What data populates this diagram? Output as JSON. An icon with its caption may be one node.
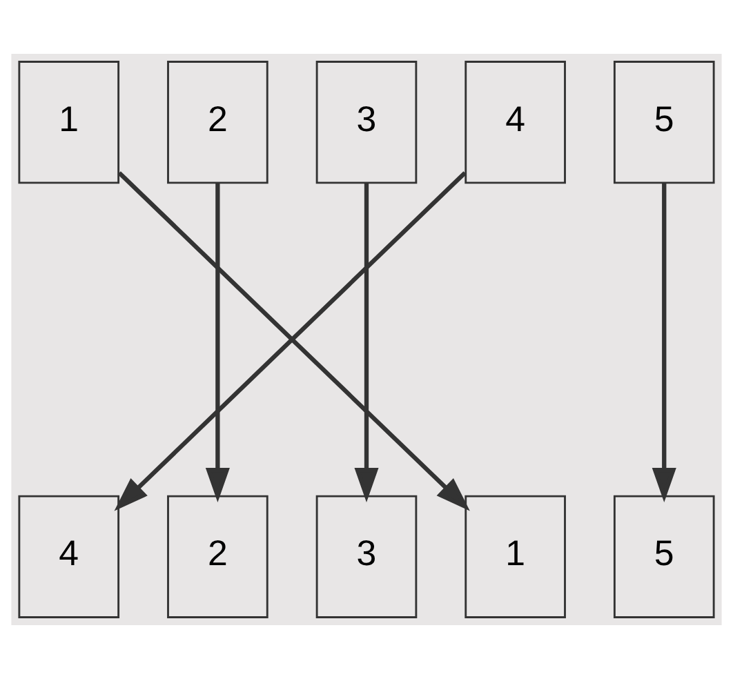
{
  "diagram": {
    "nodes": [
      {
        "text": [
          "1"
        ]
      },
      {
        "text": [
          "2"
        ]
      },
      {
        "text": [
          "3"
        ]
      },
      {
        "text": [
          "4"
        ]
      },
      {
        "text": [
          "5"
        ]
      },
      {
        "text": [
          "4"
        ]
      },
      {
        "text": [
          "2"
        ]
      },
      {
        "text": [
          "3"
        ]
      },
      {
        "text": [
          "1"
        ]
      },
      {
        "text": [
          "5"
        ]
      }
    ],
    "edges": [
      {
        "from": 0,
        "to": 8,
        "arrow": "to"
      },
      {
        "from": 1,
        "to": 6,
        "arrow": "to"
      },
      {
        "from": 2,
        "to": 7,
        "arrow": "to"
      },
      {
        "from": 3,
        "to": 5,
        "arrow": "to"
      },
      {
        "from": 4,
        "to": 9,
        "arrow": "to"
      }
    ]
  }
}
